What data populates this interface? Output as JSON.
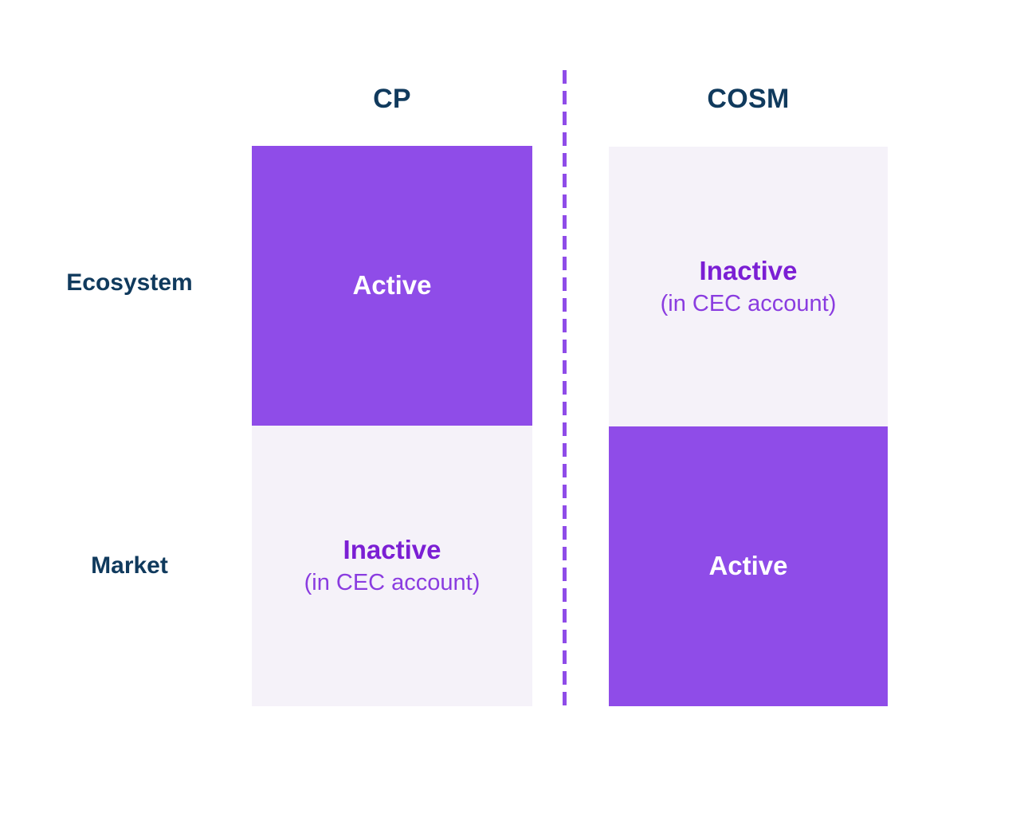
{
  "figure": {
    "title": "",
    "background_color": "#ffffff",
    "accent_purple": "#8f4ce8",
    "light_lavender": "#f5f2f9",
    "navy": "#103a5d",
    "inactive_text_purple": "#7b1fd4"
  },
  "columns": {
    "left": {
      "label": "CP"
    },
    "right": {
      "label": "COSM"
    }
  },
  "rows": {
    "top": {
      "label": "Ecosystem"
    },
    "bottom": {
      "label": "Market"
    }
  },
  "cells": {
    "cp_ecosystem": {
      "title": "Active",
      "subtitle": "",
      "state": "active",
      "fill": "#8f4ce8",
      "text_color": "#ffffff"
    },
    "cp_market": {
      "title": "Inactive",
      "subtitle": "(in CEC account)",
      "state": "inactive",
      "fill": "#f5f2f9",
      "text_color": "#7b1fd4"
    },
    "cosm_ecosystem": {
      "title": "Inactive",
      "subtitle": "(in CEC account)",
      "state": "inactive",
      "fill": "#f5f2f9",
      "text_color": "#7b1fd4"
    },
    "cosm_market": {
      "title": "Active",
      "subtitle": "",
      "state": "active",
      "fill": "#8f4ce8",
      "text_color": "#ffffff"
    }
  },
  "divider": {
    "style": "dashed-vertical",
    "color": "#8f4ce8"
  }
}
